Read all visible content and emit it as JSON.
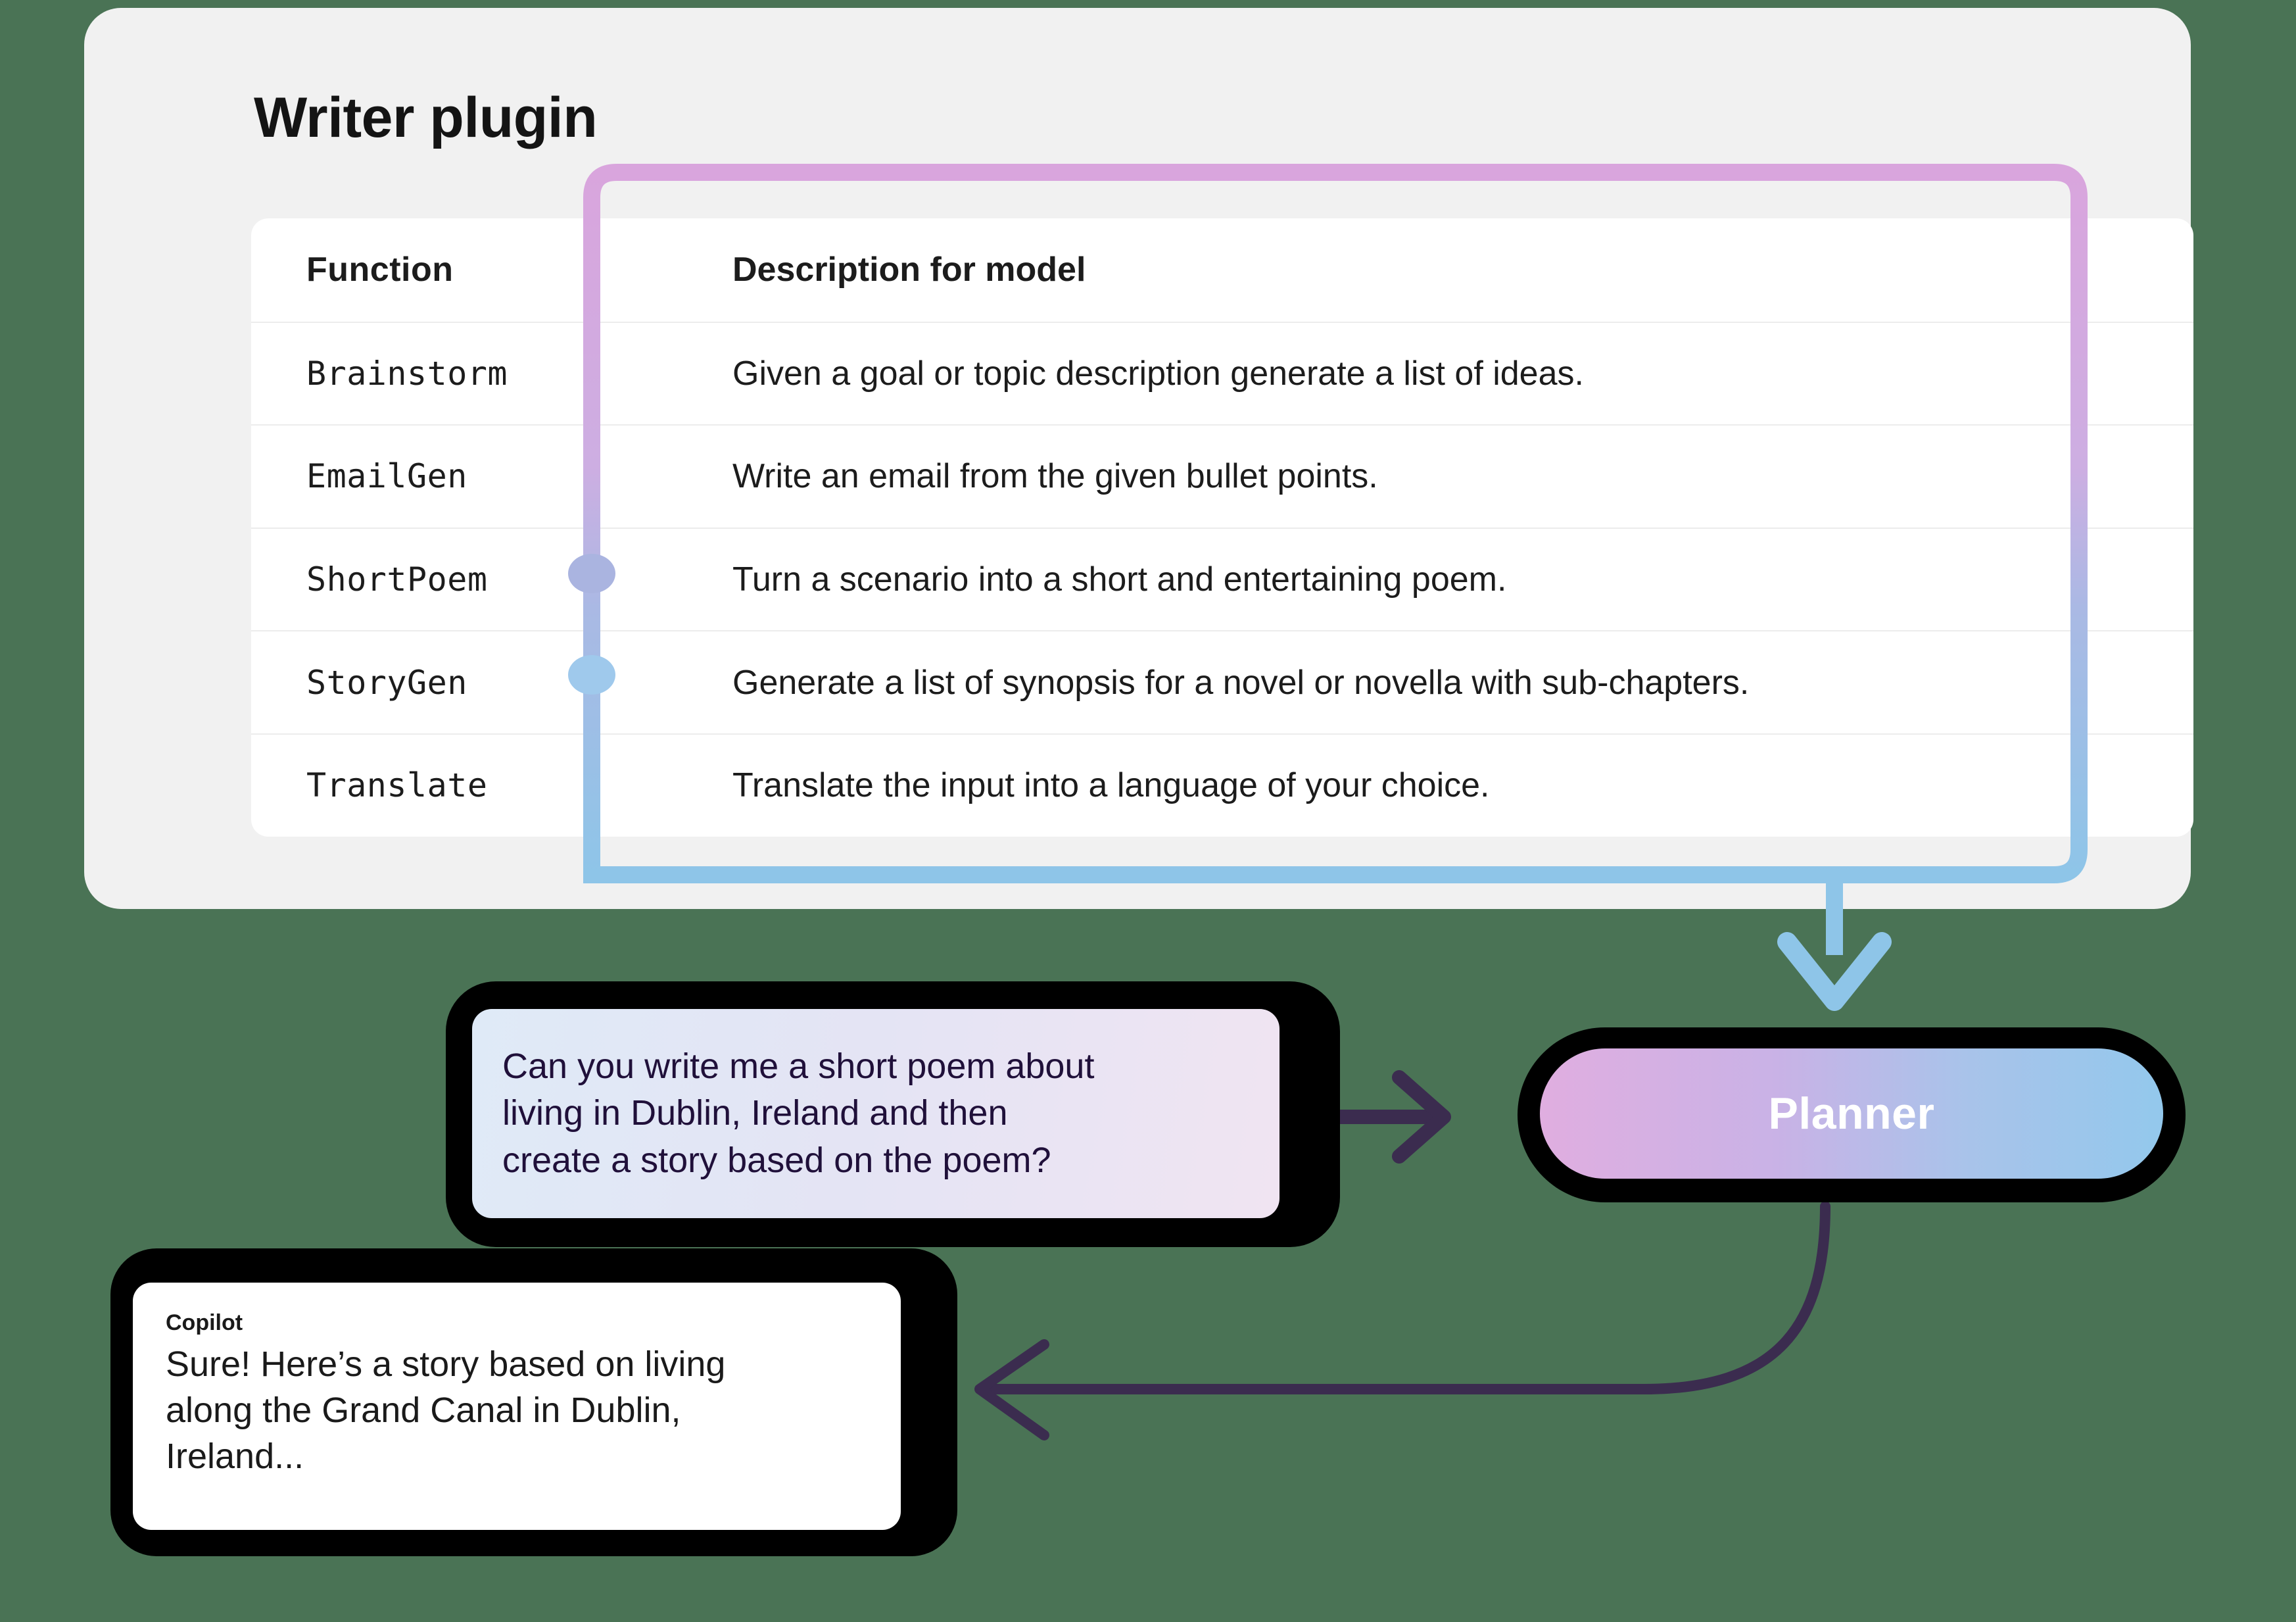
{
  "panel": {
    "title": "Writer plugin"
  },
  "table": {
    "headers": {
      "function": "Function",
      "description": "Description for model"
    },
    "rows": [
      {
        "function": "Brainstorm",
        "description": "Given a goal or topic description generate a list of ideas.",
        "marker": null
      },
      {
        "function": "EmailGen",
        "description": "Write an email from the given bullet points.",
        "marker": null
      },
      {
        "function": "ShortPoem",
        "description": "Turn a scenario into a short and entertaining poem.",
        "marker": "selected-dot-lavender"
      },
      {
        "function": "StoryGen",
        "description": "Generate a list of synopsis for a novel or novella with sub-chapters.",
        "marker": "selected-dot-blue"
      },
      {
        "function": "Translate",
        "description": "Translate the input into a language of your choice.",
        "marker": null
      }
    ]
  },
  "conversation": {
    "user_message": "Can you write me a short poem about\nliving in Dublin, Ireland and then\ncreate a story based on the poem?",
    "assistant_name": "Copilot",
    "assistant_message": "Sure! Here’s a story based on living\nalong the Grand Canal in Dublin,\nIreland..."
  },
  "planner": {
    "label": "Planner"
  },
  "colors": {
    "background": "#4a7355",
    "panel": "#f1f1f1",
    "card": "#ffffff",
    "loop_gradient_start": "#d9a5dd",
    "loop_gradient_end": "#8ec5e8",
    "marker_lavender": "#aab4e0",
    "marker_blue": "#9fc9ec",
    "arrow_purple": "#3b2c4f",
    "planner_gradient_start": "#e0aee0",
    "planner_gradient_end": "#93c8ec",
    "bubble_outline": "#000000"
  }
}
